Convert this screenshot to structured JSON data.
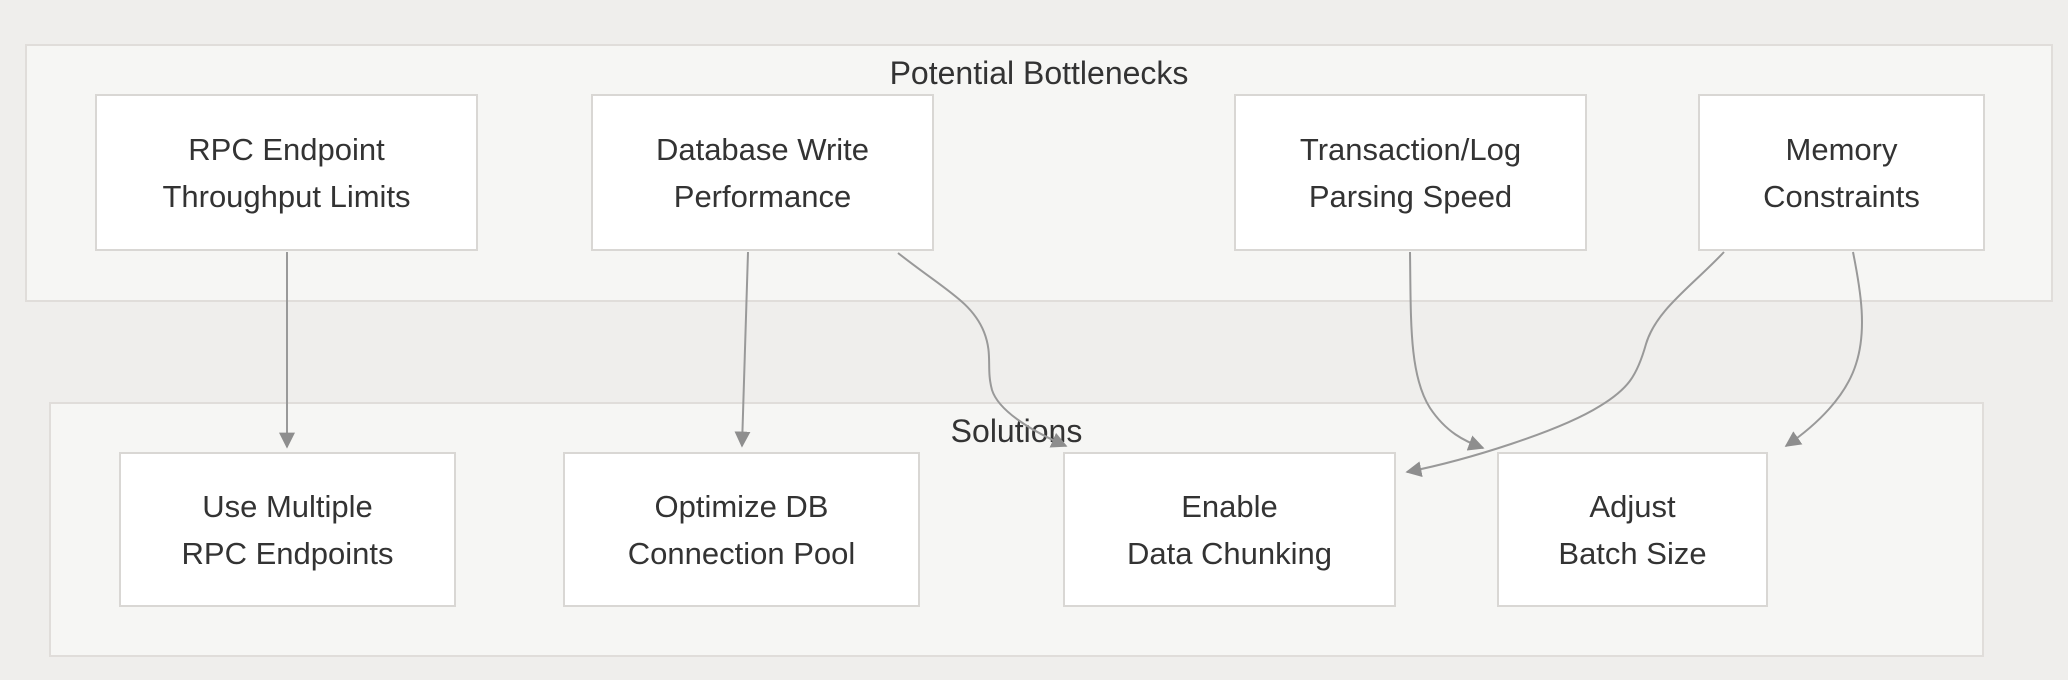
{
  "diagram": {
    "type": "flowchart",
    "clusters": [
      {
        "id": "bottlenecks",
        "title": "Potential Bottlenecks"
      },
      {
        "id": "solutions",
        "title": "Solutions"
      }
    ],
    "nodes": {
      "rpc_limits": {
        "line1": "RPC Endpoint",
        "line2": "Throughput Limits",
        "label": "RPC Endpoint Throughput Limits",
        "cluster": "bottlenecks"
      },
      "db_write": {
        "line1": "Database Write",
        "line2": "Performance",
        "label": "Database Write Performance",
        "cluster": "bottlenecks"
      },
      "tx_parsing": {
        "line1": "Transaction/Log",
        "line2": "Parsing Speed",
        "label": "Transaction/Log Parsing Speed",
        "cluster": "bottlenecks"
      },
      "memory": {
        "line1": "Memory",
        "line2": "Constraints",
        "label": "Memory Constraints",
        "cluster": "bottlenecks"
      },
      "multi_rpc": {
        "line1": "Use Multiple",
        "line2": "RPC Endpoints",
        "label": "Use Multiple RPC Endpoints",
        "cluster": "solutions"
      },
      "db_pool": {
        "line1": "Optimize DB",
        "line2": "Connection Pool",
        "label": "Optimize DB Connection Pool",
        "cluster": "solutions"
      },
      "chunking": {
        "line1": "Enable",
        "line2": "Data Chunking",
        "label": "Enable Data Chunking",
        "cluster": "solutions"
      },
      "batch": {
        "line1": "Adjust",
        "line2": "Batch Size",
        "label": "Adjust Batch Size",
        "cluster": "solutions"
      }
    },
    "edges": [
      {
        "from": "rpc_limits",
        "to": "multi_rpc"
      },
      {
        "from": "db_write",
        "to": "db_pool"
      },
      {
        "from": "db_write",
        "to": "chunking"
      },
      {
        "from": "tx_parsing",
        "to": "batch"
      },
      {
        "from": "memory",
        "to": "chunking"
      },
      {
        "from": "memory",
        "to": "batch"
      }
    ],
    "colors": {
      "page_background": "#efeeec",
      "cluster_fill": "#f6f6f4",
      "cluster_border": "#e0ddda",
      "node_fill": "#ffffff",
      "node_border": "#d9d7d4",
      "edge_line": "#999999",
      "arrowhead": "#8e8e8e",
      "text": "#333333"
    }
  }
}
